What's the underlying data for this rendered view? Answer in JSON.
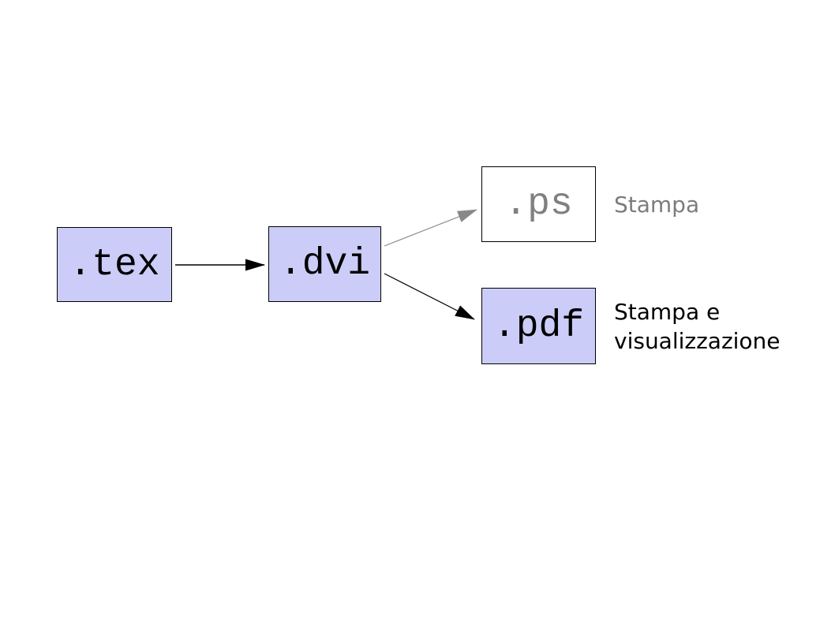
{
  "diagram": {
    "title": "LaTeX output formats flow",
    "background_color": "#ffffff",
    "node_fill_color": "#ccccf8",
    "node_border_color": "#000000",
    "muted_color": "#808080",
    "nodes": {
      "tex": {
        "label": ".tex",
        "style": "filled",
        "text_color": "#000000"
      },
      "dvi": {
        "label": ".dvi",
        "style": "filled",
        "text_color": "#000000"
      },
      "ps": {
        "label": ".ps",
        "style": "outline",
        "text_color": "#808080"
      },
      "pdf": {
        "label": ".pdf",
        "style": "filled",
        "text_color": "#000000"
      }
    },
    "annotations": {
      "ps": {
        "text": "Stampa",
        "color": "#7c7c7c"
      },
      "pdf": {
        "text": "Stampa e visualizzazione",
        "color": "#000000"
      }
    },
    "edges": [
      {
        "from": "tex",
        "to": "dvi",
        "color": "#000000"
      },
      {
        "from": "dvi",
        "to": "ps",
        "color": "#888888"
      },
      {
        "from": "dvi",
        "to": "pdf",
        "color": "#000000"
      }
    ]
  }
}
